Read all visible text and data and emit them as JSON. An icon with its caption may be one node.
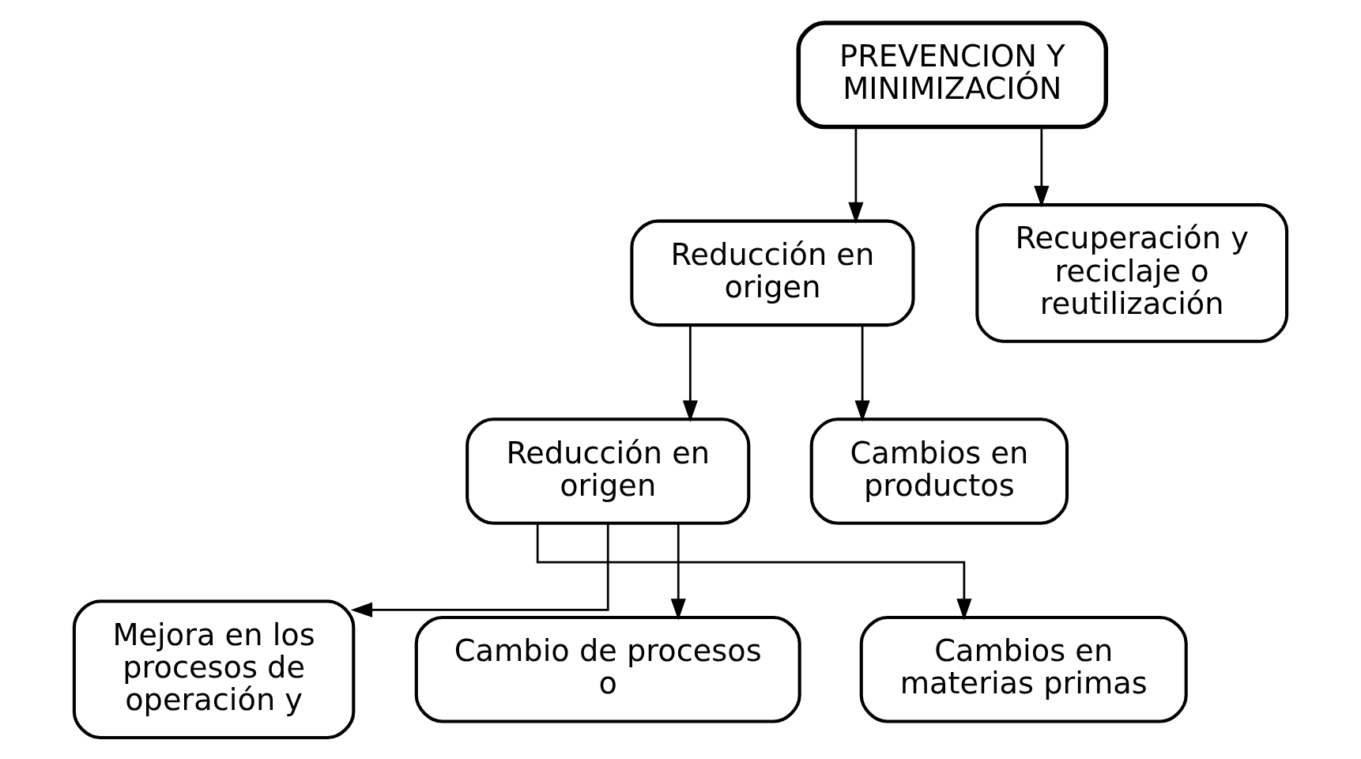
{
  "diagram": {
    "nodes": [
      {
        "text": [
          "PREVENCION Y MINIMIZACIÓN"
        ]
      },
      {
        "text": [
          "Reducción en origen"
        ]
      },
      {
        "text": [
          "Recuperación y reciclaje o reutilización"
        ]
      },
      {
        "text": [
          "Reducción en origen"
        ]
      },
      {
        "text": [
          "Cambios en productos"
        ]
      },
      {
        "text": [
          "Mejora en los procesos de operación y"
        ]
      },
      {
        "text": [
          "Cambio de procesos o"
        ]
      },
      {
        "text": [
          "Cambios en materias primas"
        ]
      }
    ],
    "edges": [
      {
        "from": 0,
        "to": 1,
        "arrow": "to"
      },
      {
        "from": 0,
        "to": 2,
        "arrow": "to"
      },
      {
        "from": 1,
        "to": 3,
        "arrow": "to"
      },
      {
        "from": 1,
        "to": 4,
        "arrow": "to"
      },
      {
        "from": 3,
        "to": 5,
        "arrow": "to"
      },
      {
        "from": 3,
        "to": 6,
        "arrow": "to"
      },
      {
        "from": 3,
        "to": 7,
        "arrow": "to"
      }
    ]
  }
}
